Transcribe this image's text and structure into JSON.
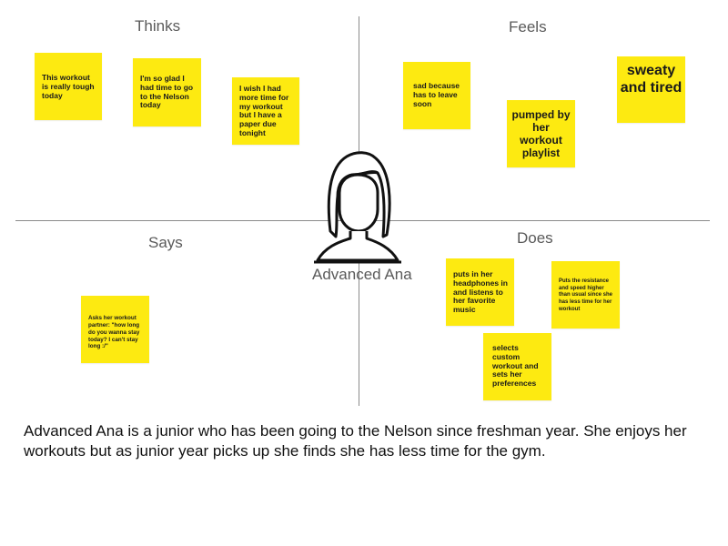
{
  "quadrants": {
    "thinks": "Thinks",
    "feels": "Feels",
    "says": "Says",
    "does": "Does"
  },
  "notes": {
    "thinks_1": "This workout is really tough today",
    "thinks_2": "I'm so glad I had time to go to the Nelson today",
    "thinks_3": "I wish I had more time for my workout but I have a paper due tonight",
    "feels_1": "sad because has to leave soon",
    "feels_2": "pumped by her workout playlist",
    "feels_3": "sweaty and tired",
    "says_1": "Asks her workout partner: \"how long do you wanna stay today? I can't stay long :/\"",
    "does_1": "puts in her headphones in and listens to her favorite music",
    "does_2": "Puts the resistance and speed higher than usual since she has less time for her workout",
    "does_3": "selects custom workout and sets her preferences"
  },
  "persona": {
    "name": "Advanced Ana",
    "icon": "woman-avatar-icon"
  },
  "description": "Advanced Ana is a junior who has been going to the Nelson since freshman year. She enjoys her workouts but as junior year picks up she finds she has less time for the gym.",
  "colors": {
    "sticky_note": "#fdea11",
    "axis": "#8a8a8a",
    "label": "#5a5a5a"
  }
}
